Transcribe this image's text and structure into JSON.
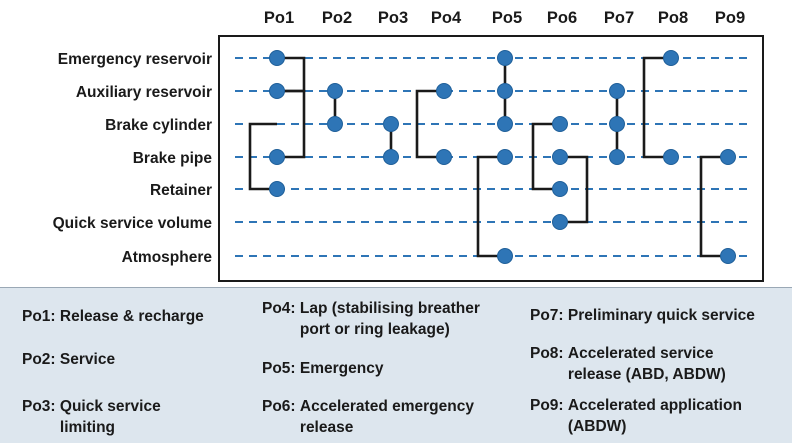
{
  "colors": {
    "line_dashed": "#2e75b6",
    "dot": "#2e75b6",
    "connector": "#1a1a1a",
    "legend_bg": "#dde6ee"
  },
  "columns": [
    "Po1",
    "Po2",
    "Po3",
    "Po4",
    "Po5",
    "Po6",
    "Po7",
    "Po8",
    "Po9"
  ],
  "rows": [
    "Emergency reservoir",
    "Auxiliary reservoir",
    "Brake cylinder",
    "Brake pipe",
    "Retainer",
    "Quick service volume",
    "Atmosphere"
  ],
  "dots": [
    {
      "col": 0,
      "row": 0
    },
    {
      "col": 0,
      "row": 1
    },
    {
      "col": 0,
      "row": 3
    },
    {
      "col": 0,
      "row": 4
    },
    {
      "col": 1,
      "row": 1
    },
    {
      "col": 1,
      "row": 2
    },
    {
      "col": 2,
      "row": 2
    },
    {
      "col": 2,
      "row": 3
    },
    {
      "col": 3,
      "row": 1
    },
    {
      "col": 3,
      "row": 3
    },
    {
      "col": 4,
      "row": 0
    },
    {
      "col": 4,
      "row": 1
    },
    {
      "col": 4,
      "row": 2
    },
    {
      "col": 4,
      "row": 3
    },
    {
      "col": 4,
      "row": 6
    },
    {
      "col": 5,
      "row": 2
    },
    {
      "col": 5,
      "row": 3
    },
    {
      "col": 5,
      "row": 4
    },
    {
      "col": 5,
      "row": 5
    },
    {
      "col": 6,
      "row": 1
    },
    {
      "col": 6,
      "row": 2
    },
    {
      "col": 6,
      "row": 3
    },
    {
      "col": 7,
      "row": 0
    },
    {
      "col": 7,
      "row": 3
    },
    {
      "col": 8,
      "row": 3
    },
    {
      "col": 8,
      "row": 6
    }
  ],
  "connections": [
    {
      "col": 0,
      "side": "right",
      "from": 0,
      "to": 1
    },
    {
      "col": 0,
      "side": "left",
      "from": 2,
      "to": 4
    },
    {
      "col": 0,
      "side": "right",
      "from": 1,
      "to": 3
    },
    {
      "col": 1,
      "side": "center",
      "from": 1,
      "to": 2
    },
    {
      "col": 2,
      "side": "center",
      "from": 2,
      "to": 3
    },
    {
      "col": 3,
      "side": "left",
      "from": 1,
      "to": 3
    },
    {
      "col": 4,
      "side": "center",
      "from": 0,
      "to": 2
    },
    {
      "col": 4,
      "side": "left",
      "from": 3,
      "to": 6
    },
    {
      "col": 5,
      "side": "left",
      "from": 2,
      "to": 4
    },
    {
      "col": 5,
      "side": "right",
      "from": 3,
      "to": 5
    },
    {
      "col": 6,
      "side": "center",
      "from": 1,
      "to": 3
    },
    {
      "col": 7,
      "side": "left",
      "from": 0,
      "to": 3
    },
    {
      "col": 8,
      "side": "left",
      "from": 3,
      "to": 6
    }
  ],
  "legend": [
    {
      "code": "Po1:",
      "desc": "Release & recharge"
    },
    {
      "code": "Po2:",
      "desc": "Service"
    },
    {
      "code": "Po3:",
      "desc": "Quick service\nlimiting"
    },
    {
      "code": "Po4:",
      "desc": "Lap (stabilising breather\nport or ring leakage)"
    },
    {
      "code": "Po5:",
      "desc": "Emergency"
    },
    {
      "code": "Po6:",
      "desc": "Accelerated emergency\nrelease"
    },
    {
      "code": "Po7:",
      "desc": "Preliminary quick service"
    },
    {
      "code": "Po8:",
      "desc": "Accelerated service\nrelease (ABD, ABDW)"
    },
    {
      "code": "Po9:",
      "desc": "Accelerated application\n(ABDW)"
    }
  ]
}
